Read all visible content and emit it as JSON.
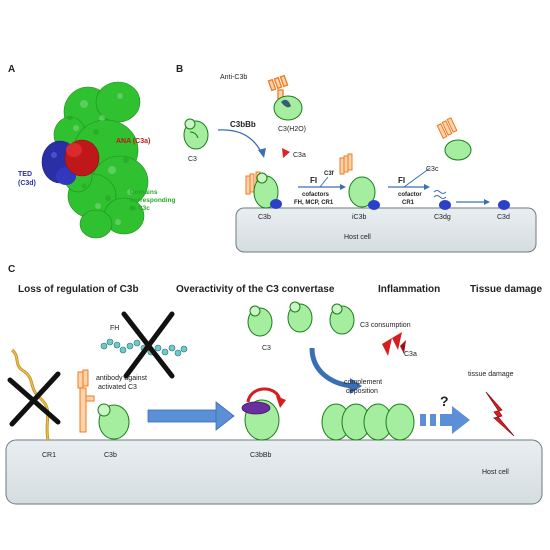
{
  "panel_a": {
    "letter": "A",
    "ana_label": "ANA (C3a)",
    "ted_label_1": "TED",
    "ted_label_2": "(C3d)",
    "c3c_line1": "Domains",
    "c3c_line2": "corresponding",
    "c3c_line3": "to C3c",
    "colors": {
      "green": "#2fc12f",
      "red": "#c0171b",
      "blue": "#2b2fa6"
    }
  },
  "panel_b": {
    "letter": "B",
    "anti_c3b": "Anti-C3b",
    "c3": "C3",
    "c3bbb": "C3bBb",
    "c3h2o": "C3(H2O)",
    "c3a": "C3a",
    "c3f": "C3f",
    "fi_1": "FI",
    "cofactors_1": "cofactors",
    "cofactors_list": "FH, MCP, CR1",
    "fi_2": "FI",
    "cofactor_2": "cofactor",
    "cr1": "CR1",
    "c3c": "C3c",
    "c3b": "C3b",
    "ic3b": "iC3b",
    "c3dg": "C3dg",
    "c3d": "C3d",
    "host_cell": "Host cell"
  },
  "panel_c": {
    "letter": "C",
    "heading_1": "Loss of regulation of C3b",
    "heading_2": "Overactivity of the C3 convertase",
    "heading_3": "Inflammation",
    "heading_4": "Tissue damage",
    "fh": "FH",
    "antibody_1": "antibody against",
    "antibody_2": "activated C3",
    "c3": "C3",
    "c3_consumption": "C3 consumption",
    "c3a": "C3a",
    "complement_1": "complement",
    "complement_2": "deposition",
    "question": "?",
    "tissue_damage": "tissue damage",
    "cr1": "CR1",
    "c3b": "C3b",
    "c3bbb": "C3bBb",
    "host_cell": "Host cell"
  }
}
